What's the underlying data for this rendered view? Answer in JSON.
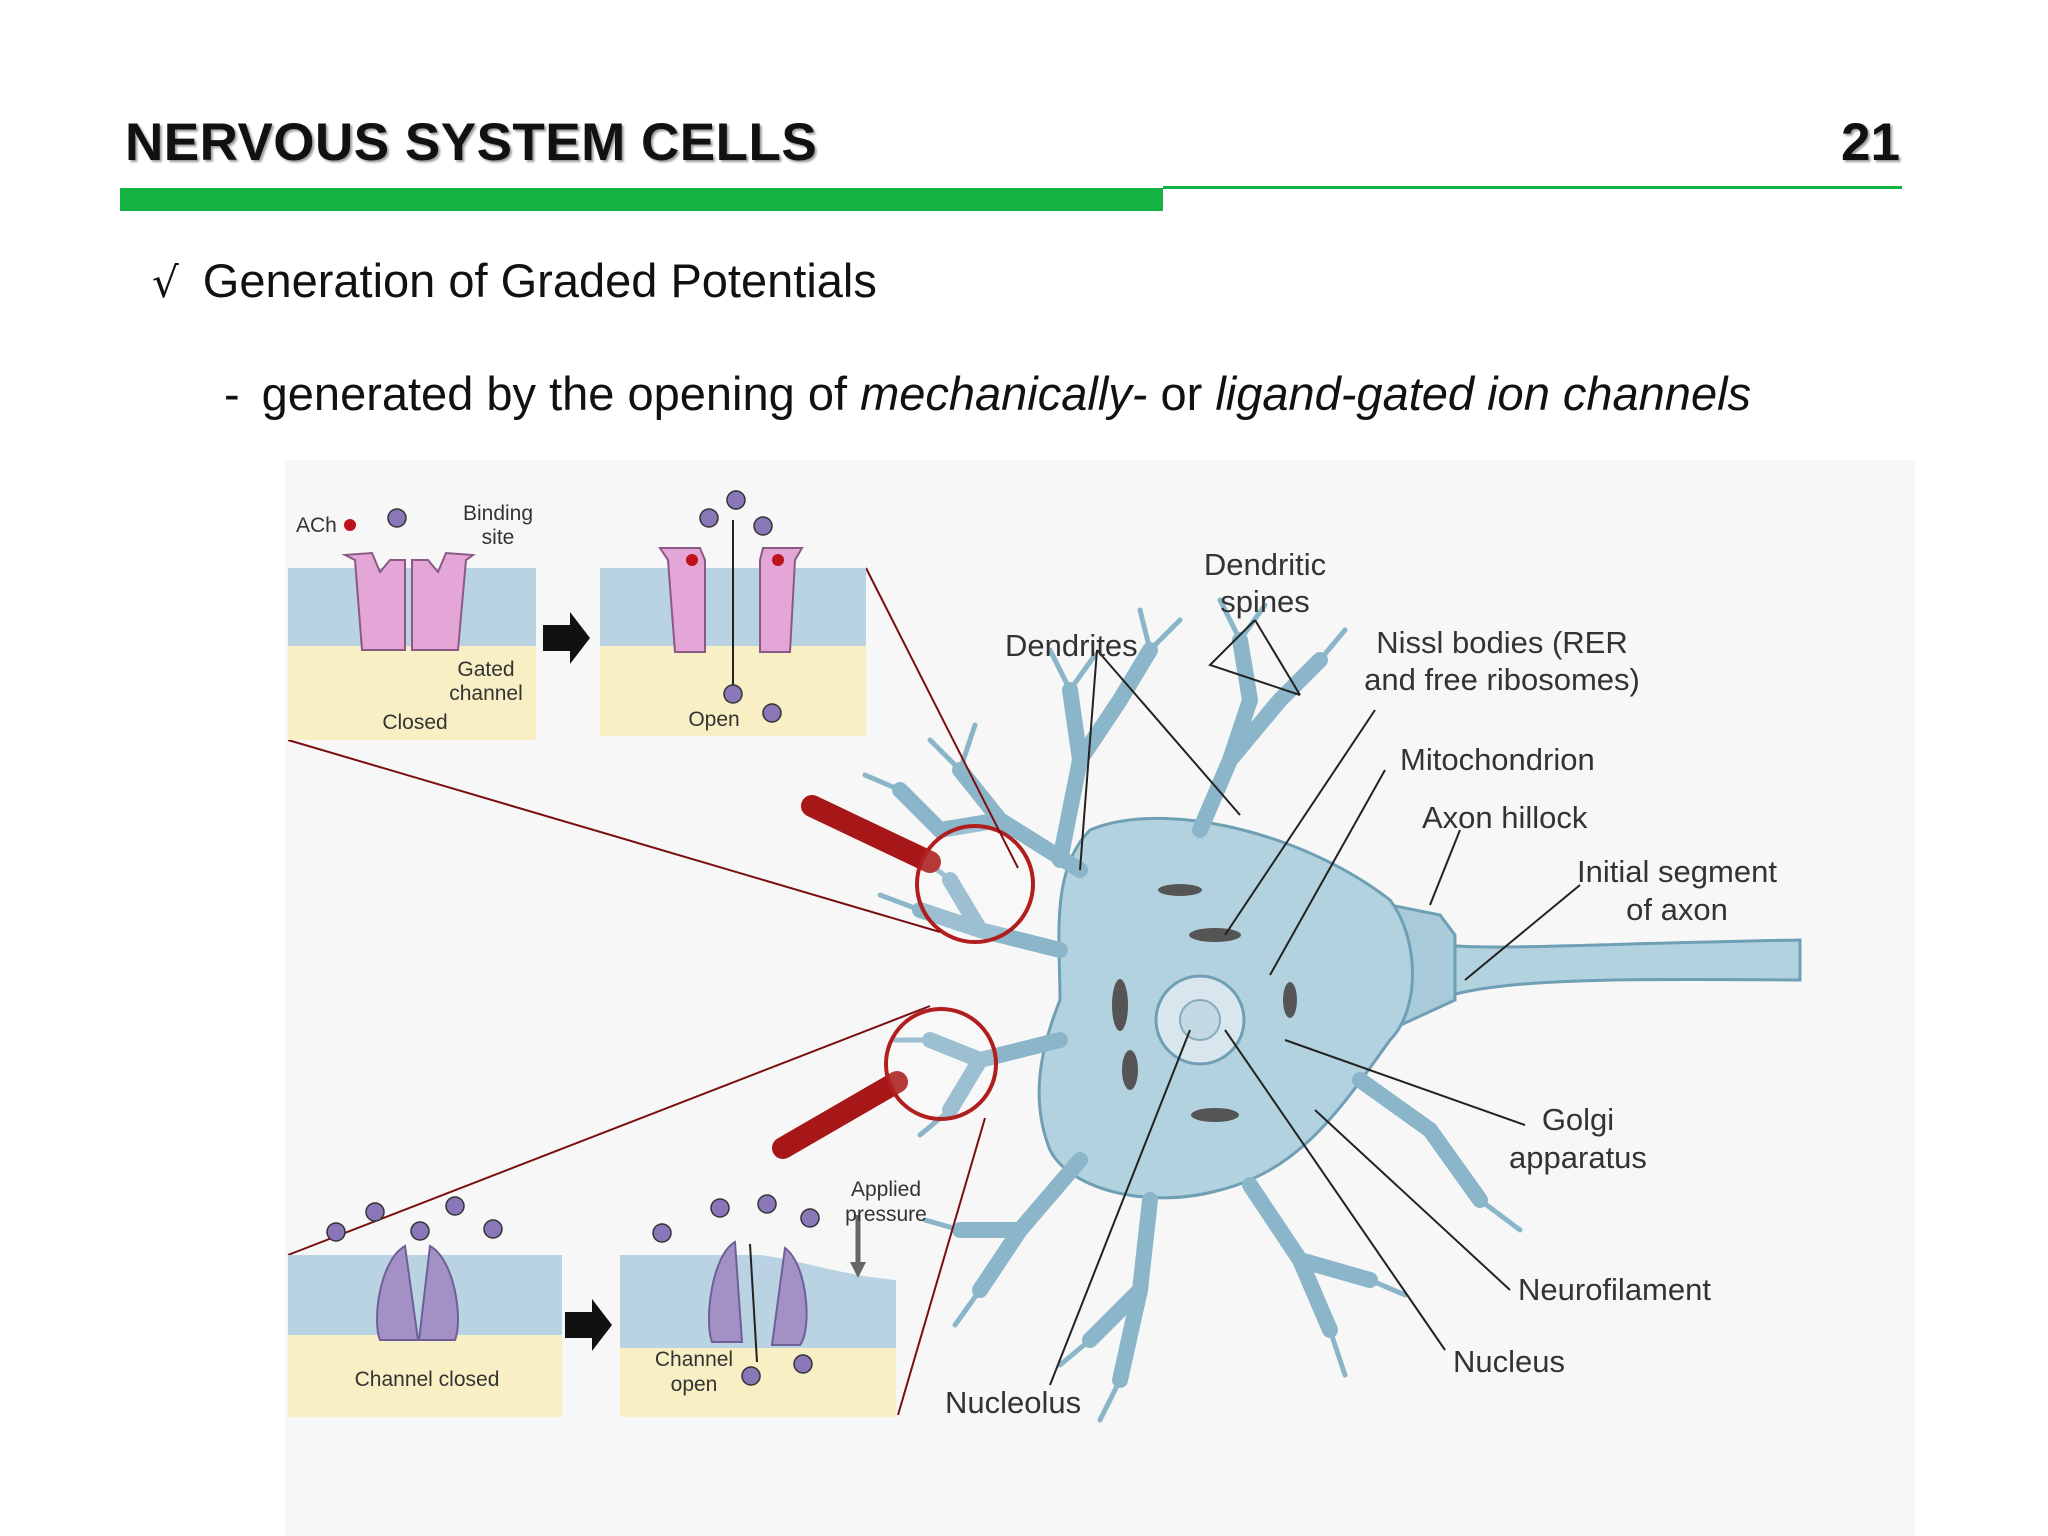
{
  "header": {
    "title": "NERVOUS SYSTEM CELLS",
    "page_number": "21"
  },
  "body": {
    "bullet_mark": "√",
    "bullet_text": "Generation of Graded Potentials",
    "sub_dash": "-",
    "sub_text_1": "generated by the opening of ",
    "sub_italic_1": "mechanically-",
    "sub_text_2": " or ",
    "sub_italic_2": "ligand-gated ion channels"
  },
  "ligand_panel": {
    "ach": "ACh",
    "binding_1": "Binding",
    "binding_2": "site",
    "gated_1": "Gated",
    "gated_2": "channel",
    "closed": "Closed",
    "open": "Open",
    "plus": "+"
  },
  "mech_panel": {
    "closed": "Channel closed",
    "open_1": "Channel",
    "open_2": "open",
    "pressure_1": "Applied",
    "pressure_2": "pressure",
    "plus": "+"
  },
  "neuron_labels": {
    "dendritic_1": "Dendritic",
    "dendritic_2": "spines",
    "dendrites": "Dendrites",
    "nissl_1": "Nissl bodies (RER",
    "nissl_2": "and free ribosomes)",
    "mitochondrion": "Mitochondrion",
    "axon_hillock": "Axon hillock",
    "initial_1": "Initial segment",
    "initial_2": "of axon",
    "golgi_1": "Golgi",
    "golgi_2": "apparatus",
    "neurofilament": "Neurofilament",
    "nucleus": "Nucleus",
    "nucleolus": "Nucleolus"
  },
  "colors": {
    "accent_green": "#14b143",
    "membrane_blue": "#b9d3e3",
    "cytoplasm_yellow": "#f8efc4",
    "ligand_channel": "#e3a6d6",
    "mech_channel": "#a391c6",
    "neuron_blue": "#b3d2df",
    "zoom_red": "#b01e1e"
  }
}
